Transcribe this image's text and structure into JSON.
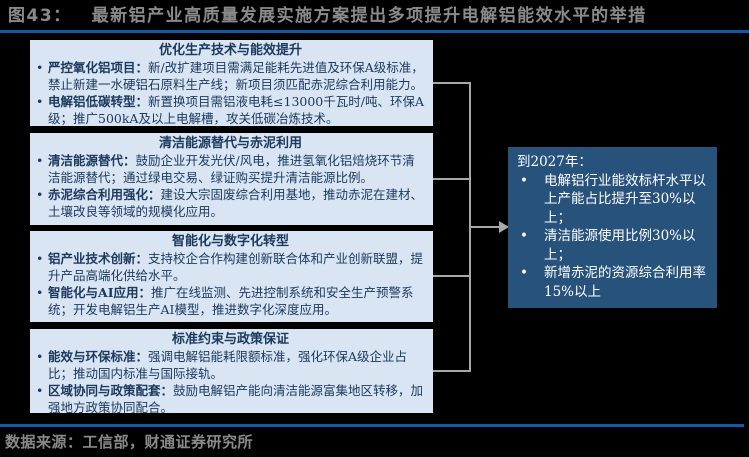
{
  "title": {
    "prefix": "图43：",
    "text": "最新铝产业高质量发展实施方案提出多项提升电解铝能效水平的举措"
  },
  "colors": {
    "accent_blue": "#1558a8",
    "box_fill": "#d9e5f2",
    "box_text": "#1c3a60",
    "dark_box_fill": "#26527c",
    "dark_box_text": "#ffffff",
    "connector_gray": "#a8a8a8",
    "title_gray": "#8a8a8a",
    "background": "#000000"
  },
  "boxes": [
    {
      "title": "优化生产技术与能效提升",
      "bullets": [
        {
          "label": "严控氧化铝项目：",
          "text": "新/改扩建项目需满足能耗先进值及环保A级标准，禁止新建一水硬铝石原料生产线；新项目须匹配赤泥综合利用能力。"
        },
        {
          "label": "电解铝低碳转型：",
          "text": "新置换项目需铝液电耗≤13000千瓦时/吨、环保A级；推广500kA及以上电解槽，攻关低碳冶炼技术。"
        }
      ]
    },
    {
      "title": "清洁能源替代与赤泥利用",
      "bullets": [
        {
          "label": "清洁能源替代：",
          "text": "鼓励企业开发光伏/风电，推进氢氧化铝焙烧环节清洁能源替代；通过绿电交易、绿证购买提升清洁能源比例。"
        },
        {
          "label": "赤泥综合利用强化：",
          "text": "建设大宗固废综合利用基地，推动赤泥在建材、土壤改良等领域的规模化应用。"
        }
      ]
    },
    {
      "title": "智能化与数字化转型",
      "bullets": [
        {
          "label": "铝产业技术创新：",
          "text": "支持校企合作构建创新联合体和产业创新联盟，提升产品高端化供给水平。"
        },
        {
          "label": "智能化与AI应用：",
          "text": "推广在线监测、先进控制系统和安全生产预警系统；开发电解铝生产AI模型，推进数字化深度应用。"
        }
      ]
    },
    {
      "title": "标准约束与政策保证",
      "bullets": [
        {
          "label": "能效与环保标准：",
          "text": "强调电解铝能耗限额标准，强化环保A级企业占比；推动国内标准与国际接轨。"
        },
        {
          "label": "区域协同与政策配套：",
          "text": "鼓励电解铝产能向清洁能源富集地区转移，加强地方政策协同配合。"
        }
      ]
    }
  ],
  "result_box": {
    "header": "到2027年：",
    "bullets": [
      "电解铝行业能效标杆水平以上产能占比提升至30%以上；",
      "清洁能源使用比例30%以上；",
      "新增赤泥的资源综合利用率15%以上"
    ]
  },
  "source": {
    "label": "数据来源：",
    "text": "工信部，财通证券研究所"
  }
}
